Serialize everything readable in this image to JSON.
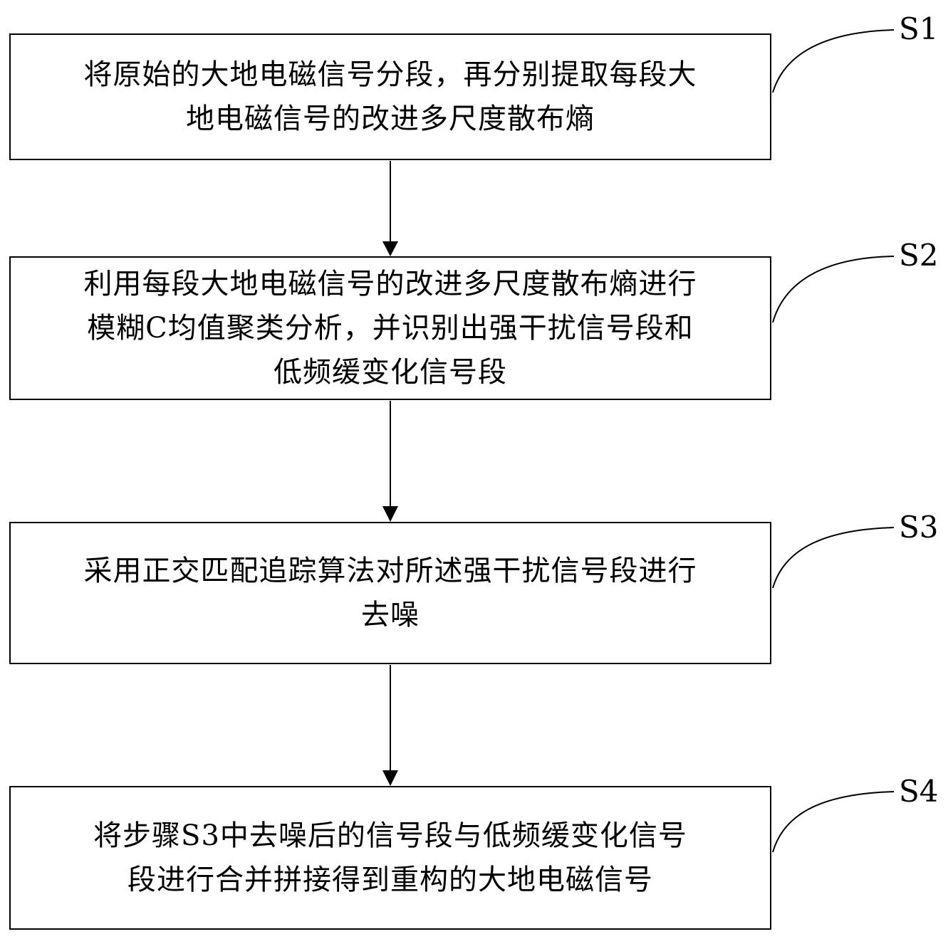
{
  "steps": [
    {
      "id": "S1",
      "label": "S1",
      "lines": [
        "将原始的大地电磁信号分段，再分别提取每段大",
        "地电磁信号的改进多尺度散布熵"
      ]
    },
    {
      "id": "S2",
      "label": "S2",
      "lines": [
        "利用每段大地电磁信号的改进多尺度散布熵进行",
        "模糊C均值聚类分析，并识别出强干扰信号段和",
        "低频缓变化信号段"
      ]
    },
    {
      "id": "S3",
      "label": "S3",
      "lines": [
        "采用正交匹配追踪算法对所述强干扰信号段进行",
        "去噪"
      ]
    },
    {
      "id": "S4",
      "label": "S4",
      "lines": [
        "将步骤S3中去噪后的信号段与低频缓变化信号",
        "段进行合并拼接得到重构的大地电磁信号"
      ]
    }
  ]
}
